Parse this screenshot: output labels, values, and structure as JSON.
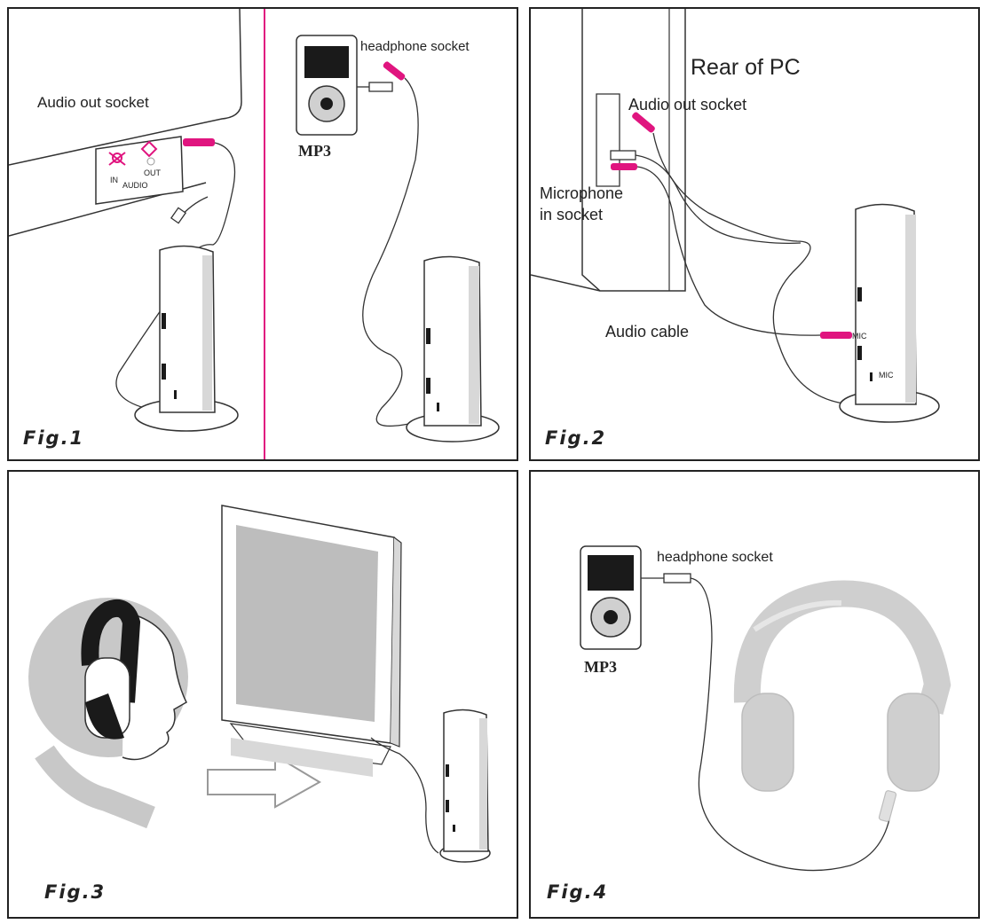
{
  "colors": {
    "accent": "#e0157f",
    "line": "#333333",
    "gray": "#bdbdbd",
    "dark": "#1a1a1a"
  },
  "fig1": {
    "caption": "Fig.1",
    "audio_out_socket": "Audio out socket",
    "headphone_socket": "headphone socket",
    "mp3": "MP3",
    "socket_in": "IN",
    "socket_audio": "AUDIO",
    "socket_out": "OUT"
  },
  "fig2": {
    "caption": "Fig.2",
    "rear_of_pc": "Rear of PC",
    "audio_out_socket": "Audio out socket",
    "microphone_line1": "Microphone",
    "microphone_line2": "in socket",
    "audio_cable": "Audio cable",
    "mic1": "MIC",
    "mic2": "MIC"
  },
  "fig3": {
    "caption": "Fig.3"
  },
  "fig4": {
    "caption": "Fig.4",
    "headphone_socket": "headphone socket",
    "mp3": "MP3"
  }
}
